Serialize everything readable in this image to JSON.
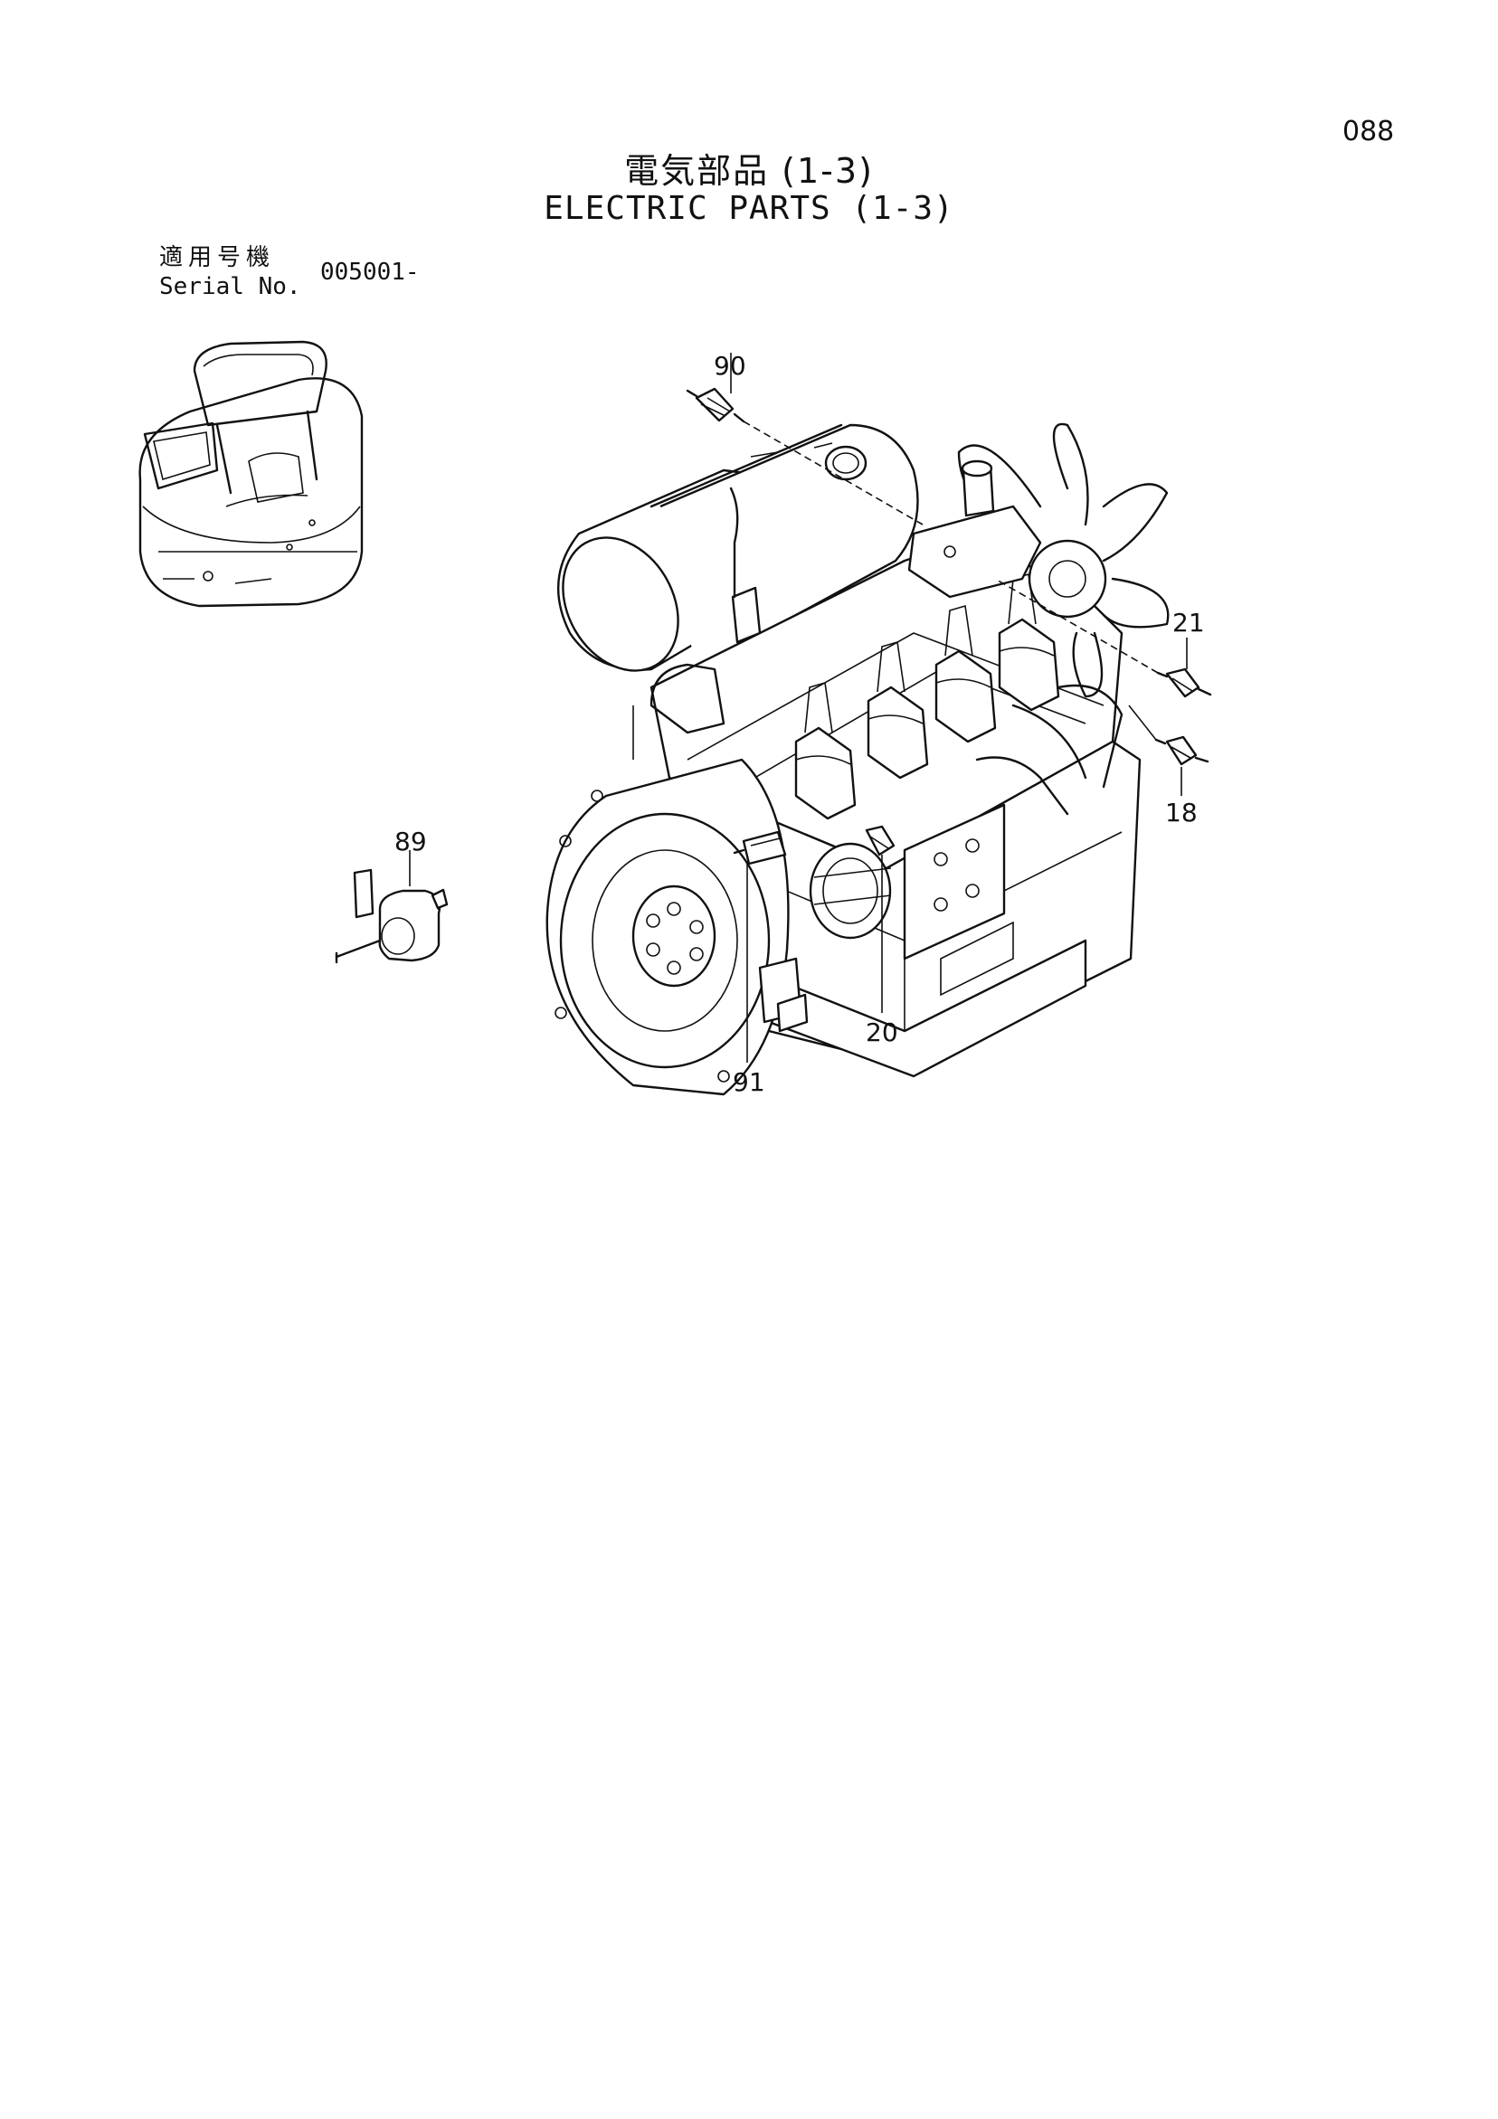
{
  "page": {
    "number": "088",
    "title_jp": "電気部品 (1-3)",
    "title_en": "ELECTRIC PARTS (1-3)"
  },
  "serial": {
    "label_jp": "適用号機",
    "label_en": "Serial No.",
    "value": "005001-"
  },
  "callouts": {
    "c90": "90",
    "c21": "21",
    "c18": "18",
    "c89": "89",
    "c20": "20",
    "c91": "91"
  }
}
